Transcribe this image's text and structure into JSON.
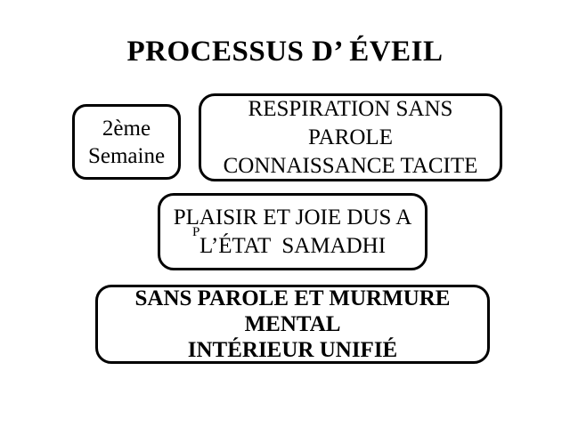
{
  "slide": {
    "title": "PROCESSUS D’ ÉVEIL",
    "boxes": {
      "week": {
        "lines": [
          "2ème",
          "Semaine"
        ]
      },
      "respiration": {
        "lines": [
          "RESPIRATION SANS",
          "PAROLE",
          "CONNAISSANCE TACITE"
        ]
      },
      "plaisir": {
        "lines": [
          "PLAISIR ET JOIE DUS A",
          "L’ÉTAT  SAMADHI"
        ],
        "stray_character": "P"
      },
      "sans_parole": {
        "lines": [
          "SANS PAROLE ET MURMURE",
          "MENTAL",
          "INTÉRIEUR UNIFIÉ"
        ]
      }
    },
    "colors": {
      "background": "#ffffff",
      "text": "#000000",
      "border": "#000000"
    }
  }
}
